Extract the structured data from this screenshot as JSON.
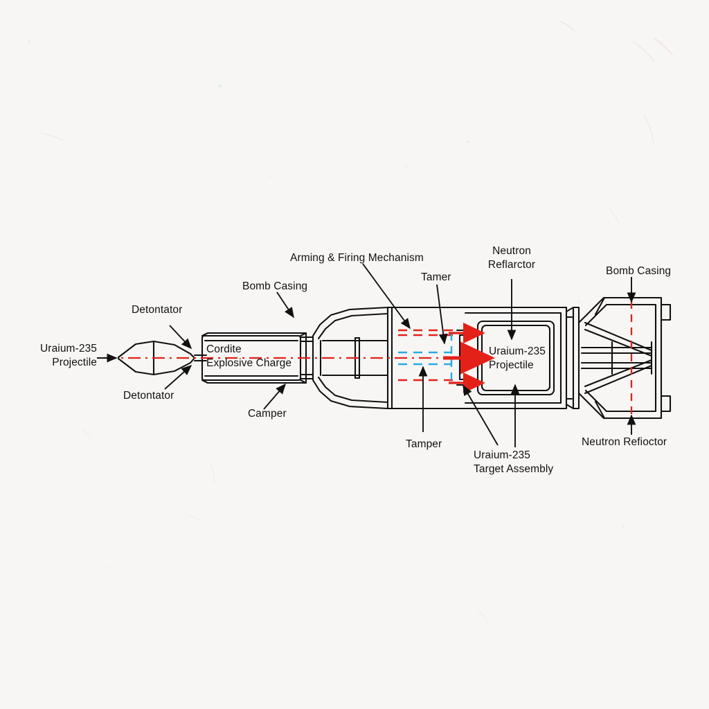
{
  "diagram": {
    "title": "Gun-type fission weapon internal cutaway",
    "background_color": "#f7f6f4",
    "line_color": "#111111",
    "accent_red": "#e32119",
    "accent_blue": "#29abe2",
    "labels": {
      "uranium_projectile_left": "Uraium-235\nProjectile",
      "detonator_top": "Detontator",
      "detonator_bottom": "Detontator",
      "cordite_charge": "Cordite\nExplosive Charge",
      "bomb_casing_left": "Bomb Casing",
      "camper": "Camper",
      "arming_firing": "Arming & Firing Mechanism",
      "tamer": "Tamer",
      "tamper": "Tamper",
      "neutron_reflector_top": "Neutron\nReflarctor",
      "uranium_projectile_center": "Uraium-235\nProjectile",
      "uranium_target_assembly": "Uraium-235\nTarget Assembly",
      "bomb_casing_right": "Bomb Casing",
      "neutron_reflector_bottom": "Neutron Refioctor"
    }
  }
}
